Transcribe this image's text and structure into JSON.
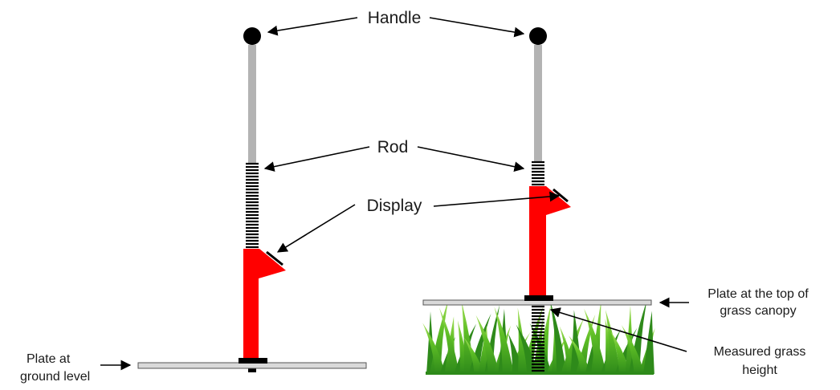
{
  "labels": {
    "handle": "Handle",
    "rod": "Rod",
    "display": "Display",
    "plate_ground_line1": "Plate at",
    "plate_ground_line2": "ground level",
    "plate_top_line1": "Plate at the top of",
    "plate_top_line2": "grass canopy",
    "measured_line1": "Measured  grass",
    "measured_line2": "height"
  },
  "colors": {
    "rod": "#b3b3b3",
    "body": "#ff0000",
    "handle": "#000000",
    "spring": "#000000",
    "plate_fill": "#d9d9d9",
    "plate_stroke": "#555555",
    "grass_light": "#7ccf2b",
    "grass_dark": "#2e8a1a"
  },
  "icons": {
    "left_device": "rising-plate-meter-on-ground",
    "right_device": "rising-plate-meter-on-grass",
    "grass": "grass-tuft"
  }
}
